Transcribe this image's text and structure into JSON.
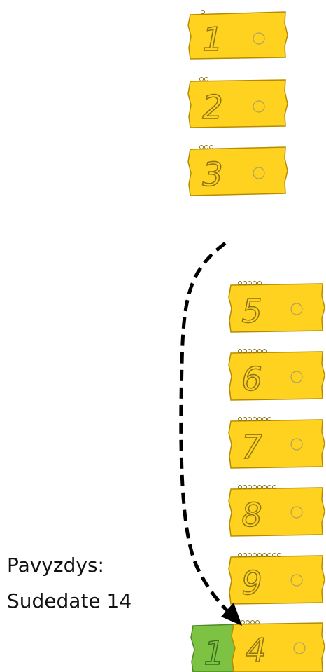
{
  "caption": {
    "line1": "Pavyzdys:",
    "line2": "Sudedate 14"
  },
  "cards": [
    {
      "digit": "1",
      "dots": 1
    },
    {
      "digit": "2",
      "dots": 2
    },
    {
      "digit": "3",
      "dots": 3
    },
    {
      "digit": "5",
      "dots": 5
    },
    {
      "digit": "6",
      "dots": 6
    },
    {
      "digit": "7",
      "dots": 7
    },
    {
      "digit": "8",
      "dots": 8
    },
    {
      "digit": "9",
      "dots": 9
    }
  ],
  "combined_card": {
    "tens_digit": "1",
    "ones_digit": "4",
    "ones_dots": 4
  },
  "colors": {
    "card_fill": "#ffd21f",
    "card_stroke": "#b58c00",
    "digit_color": "#8a7218",
    "tens_fill": "#7dc242",
    "tens_stroke": "#4f8a26",
    "arrow": "#000000"
  }
}
